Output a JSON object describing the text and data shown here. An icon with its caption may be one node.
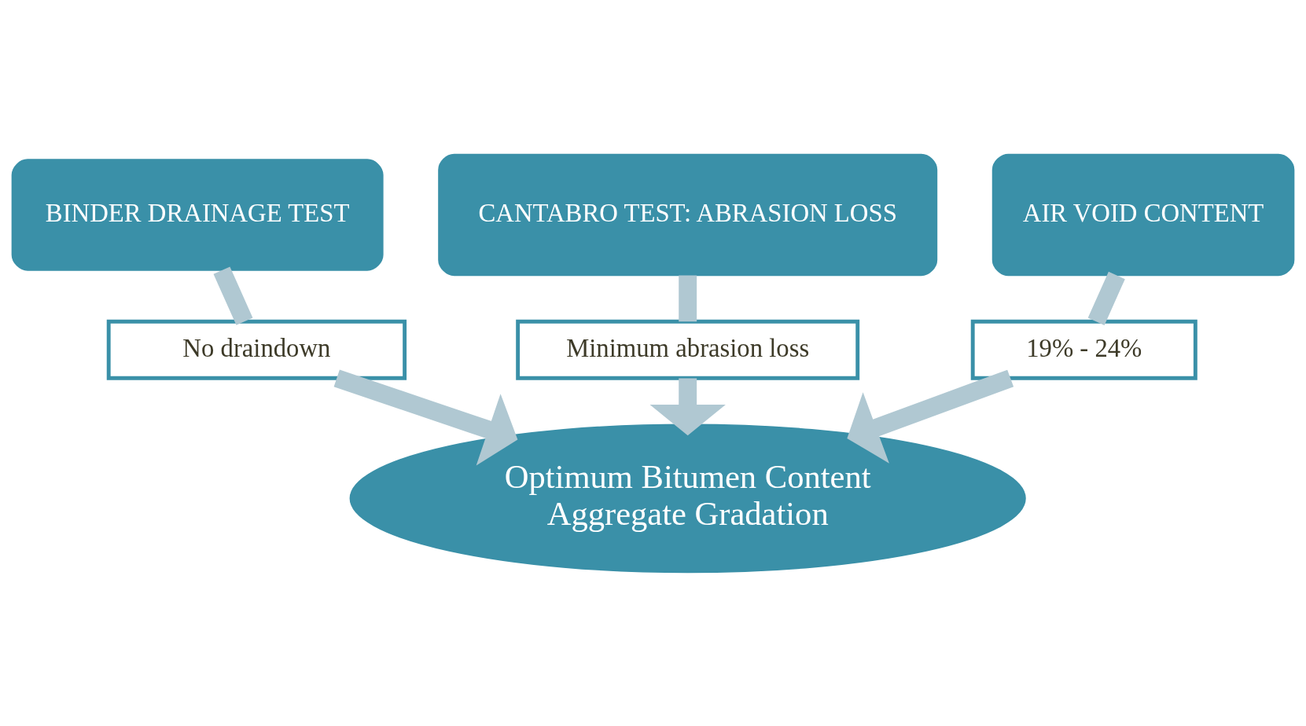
{
  "diagram": {
    "nodes": [
      {
        "text": [
          "BINDER DRAINAGE TEST"
        ]
      },
      {
        "text": [
          "CANTABRO TEST: ABRASION LOSS"
        ]
      },
      {
        "text": [
          "AIR VOID CONTENT"
        ]
      },
      {
        "text": [
          "No draindown"
        ]
      },
      {
        "text": [
          "Minimum abrasion loss"
        ]
      },
      {
        "text": [
          "19% - 24%"
        ]
      },
      {
        "text": [
          "Optimum Bitumen Content",
          "Aggregate Gradation"
        ]
      }
    ],
    "edges": [
      {
        "from": 0,
        "to": 3,
        "arrow": "none"
      },
      {
        "from": 3,
        "to": 6,
        "arrow": "to"
      },
      {
        "from": 1,
        "to": 4,
        "arrow": "none"
      },
      {
        "from": 4,
        "to": 6,
        "arrow": "to"
      },
      {
        "from": 2,
        "to": 5,
        "arrow": "none"
      },
      {
        "from": 5,
        "to": 6,
        "arrow": "to"
      }
    ]
  }
}
